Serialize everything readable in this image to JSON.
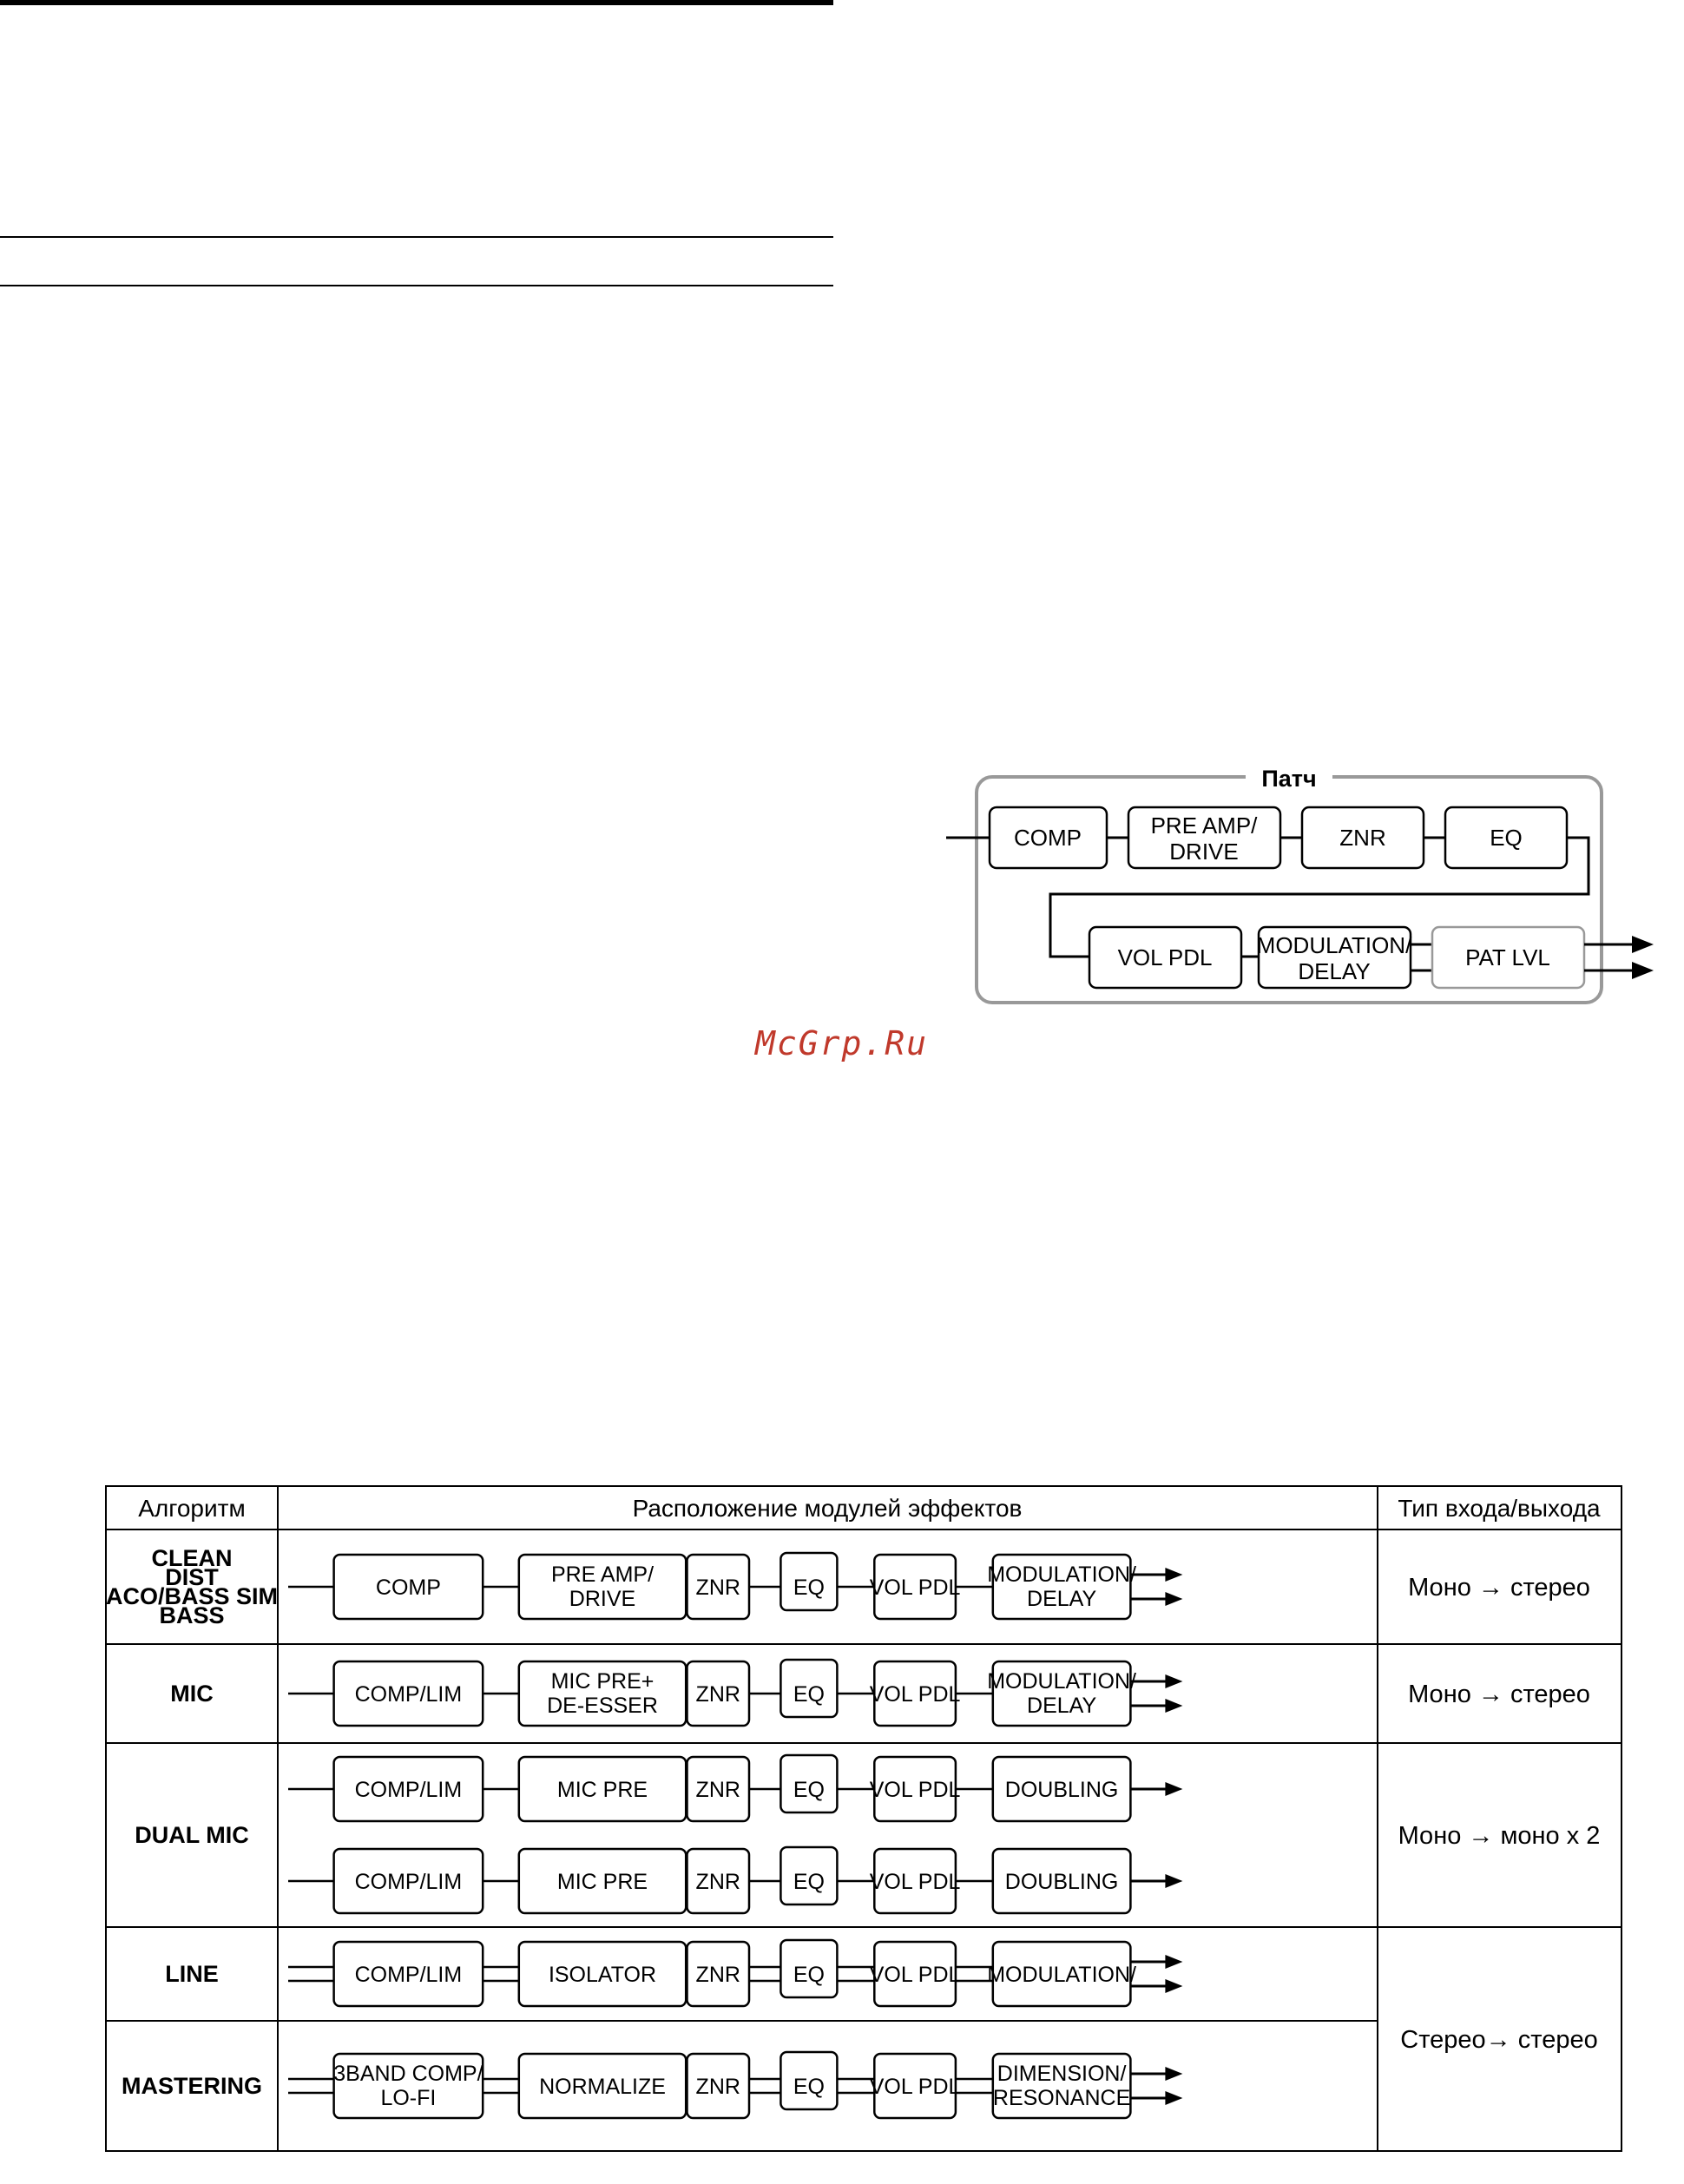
{
  "watermark": "McGrp.Ru",
  "patch_diagram": {
    "title": "Патч",
    "row1": [
      "COMP",
      [
        "PRE AMP/",
        "DRIVE"
      ],
      "ZNR",
      "EQ"
    ],
    "row2": [
      "VOL PDL",
      [
        "MODULATION/",
        "DELAY"
      ],
      "PAT LVL"
    ]
  },
  "table": {
    "headers": [
      "Алгоритм",
      "Расположение модулей эффектов",
      "Тип входа/выхода"
    ],
    "rows": [
      {
        "algorithm": [
          "CLEAN",
          "DIST",
          "ACO/BASS SIM",
          "BASS"
        ],
        "chains": [
          [
            "COMP",
            [
              "PRE AMP/",
              "DRIVE"
            ],
            "ZNR",
            "EQ",
            "VOL PDL",
            [
              "MODULATION/",
              "DELAY"
            ]
          ]
        ],
        "io": "Моно → стерео"
      },
      {
        "algorithm": [
          "MIC"
        ],
        "chains": [
          [
            "COMP/LIM",
            [
              "MIC PRE+",
              "DE-ESSER"
            ],
            "ZNR",
            "EQ",
            "VOL PDL",
            [
              "MODULATION/",
              "DELAY"
            ]
          ]
        ],
        "io": "Моно → стерео"
      },
      {
        "algorithm": [
          "DUAL MIC"
        ],
        "chains": [
          [
            "COMP/LIM",
            "MIC PRE",
            "ZNR",
            "EQ",
            "VOL PDL",
            "DOUBLING"
          ],
          [
            "COMP/LIM",
            "MIC PRE",
            "ZNR",
            "EQ",
            "VOL PDL",
            "DOUBLING"
          ]
        ],
        "io": "Моно → моно x 2"
      },
      {
        "algorithm": [
          "LINE"
        ],
        "chains": [
          [
            "COMP/LIM",
            "ISOLATOR",
            "ZNR",
            "EQ",
            "VOL PDL",
            "MODULATION/"
          ]
        ],
        "io": ""
      },
      {
        "algorithm": [
          "MASTERING"
        ],
        "chains": [
          [
            [
              "3BAND COMP/",
              "LO-FI"
            ],
            "NORMALIZE",
            "ZNR",
            "EQ",
            "VOL PDL",
            [
              "DIMENSION/",
              "RESONANCE"
            ]
          ]
        ],
        "io": "Стерео→ стерео"
      }
    ]
  }
}
